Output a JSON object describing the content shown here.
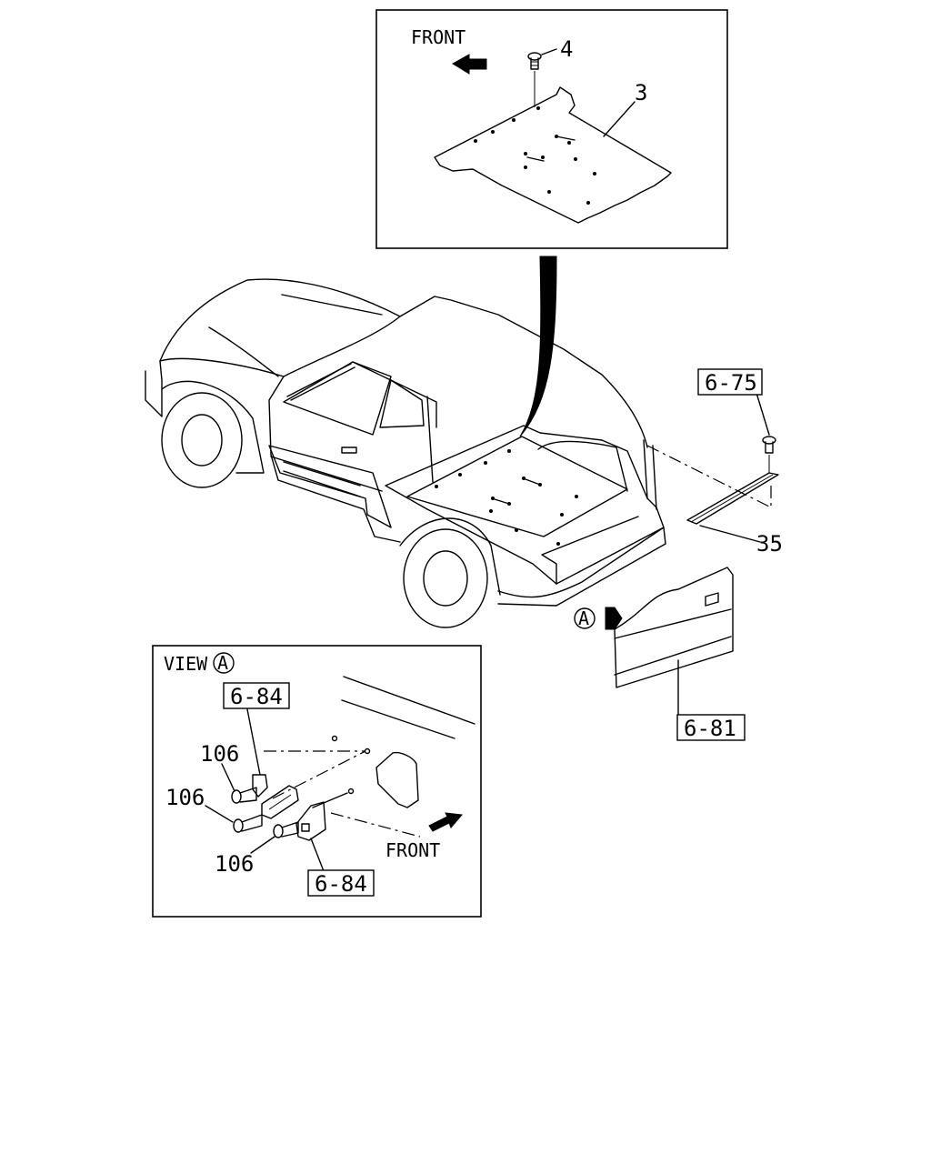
{
  "inset_top": {
    "front_label": "FRONT",
    "callouts": {
      "bolt": "4",
      "floor_mat": "3"
    }
  },
  "main": {
    "refs": {
      "ref_675": "6-75",
      "ref_681": "6-81"
    },
    "callouts": {
      "strip": "35"
    },
    "view_marker": "A"
  },
  "inset_view": {
    "title": "VIEW",
    "title_circle": "A",
    "front_label": "FRONT",
    "refs": {
      "top": "6-84",
      "bottom": "6-84"
    },
    "callouts": {
      "screw_a": "106",
      "screw_b": "106",
      "screw_c": "106"
    }
  }
}
